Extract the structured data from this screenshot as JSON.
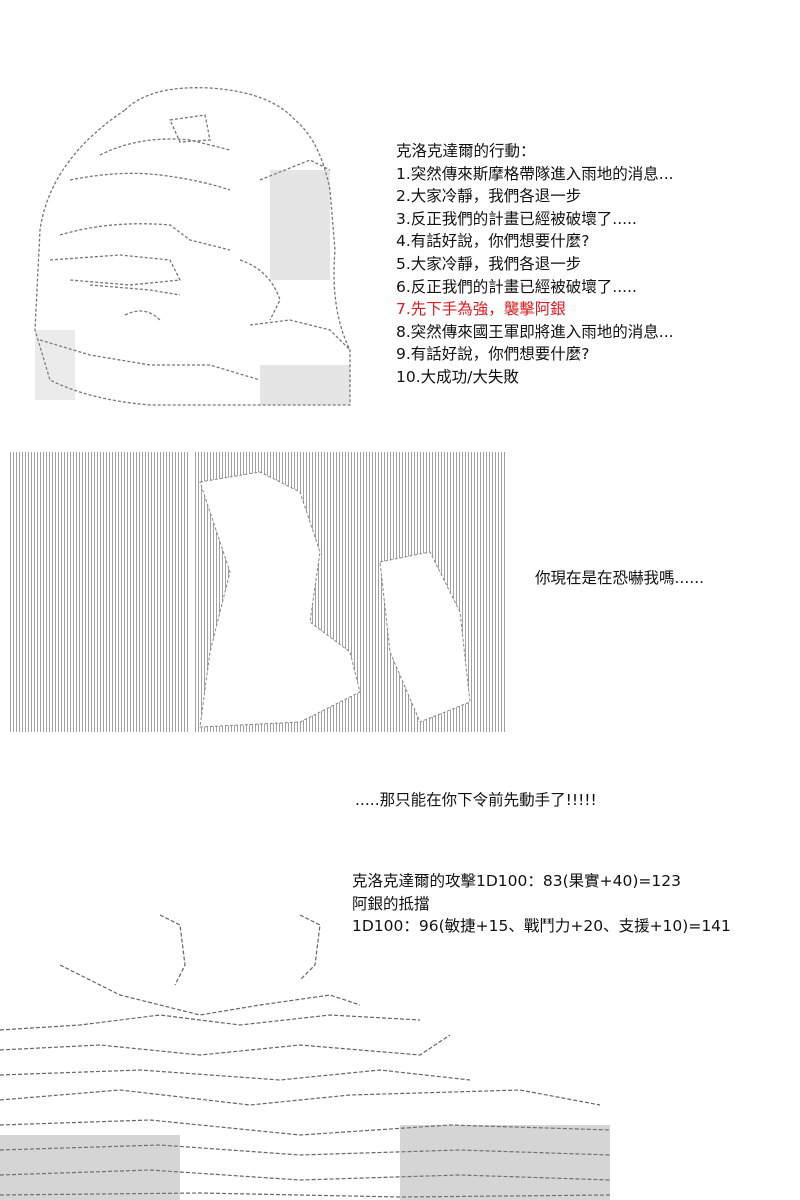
{
  "panel1": {
    "heading": "克洛克達爾的行動：",
    "options": [
      {
        "text": "1.突然傳來斯摩格帶隊進入雨地的消息...",
        "highlight": false
      },
      {
        "text": "2.大家冷靜，我們各退一步",
        "highlight": false
      },
      {
        "text": "3.反正我們的計畫已經被破壞了.....",
        "highlight": false
      },
      {
        "text": "4.有話好說，你們想要什麼?",
        "highlight": false
      },
      {
        "text": "5.大家冷靜，我們各退一步",
        "highlight": false
      },
      {
        "text": "6.反正我們的計畫已經被破壞了.....",
        "highlight": false
      },
      {
        "text": "7.先下手為強，襲擊阿銀",
        "highlight": true
      },
      {
        "text": "8.突然傳來國王軍即將進入雨地的消息...",
        "highlight": false
      },
      {
        "text": "9.有話好說，你們想要什麼?",
        "highlight": false
      },
      {
        "text": "10.大成功/大失敗",
        "highlight": false
      }
    ],
    "highlight_color": "#e0191e"
  },
  "panel2": {
    "dialogue": "你現在是在恐嚇我嗎......"
  },
  "panel3": {
    "dialogue": ".....那只能在你下令前先動手了!!!!!"
  },
  "panel4": {
    "lines": [
      "克洛克達爾的攻擊1D100：83(果實+40)=123",
      "阿銀的抵擋",
      "1D100：96(敏捷+15、戰鬥力+20、支援+10)=141"
    ]
  }
}
